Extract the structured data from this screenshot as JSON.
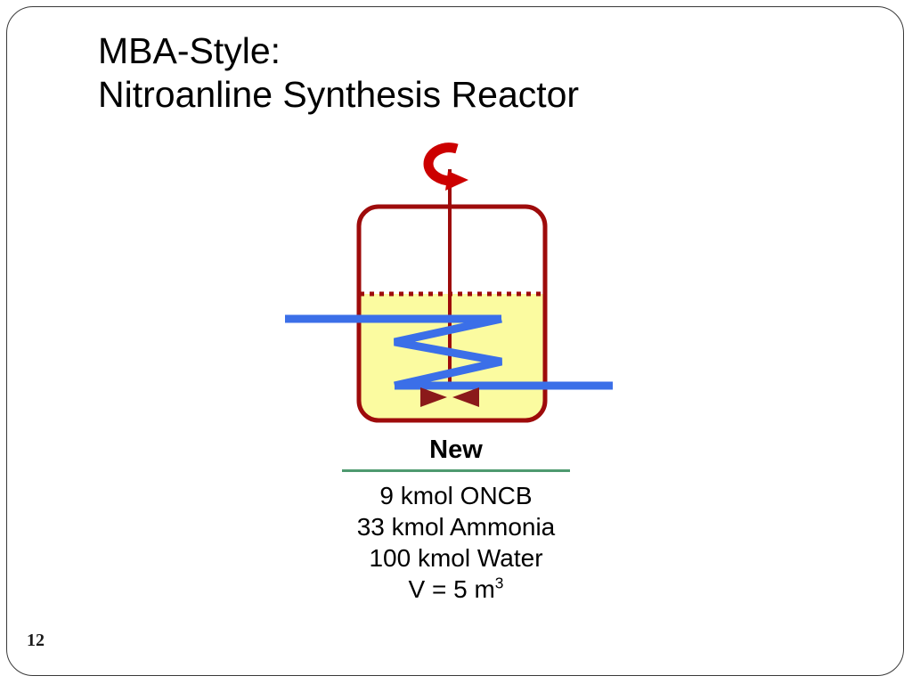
{
  "slide": {
    "page_number": "12",
    "background_color": "#ffffff",
    "frame_color": "#3a3a3a"
  },
  "title": {
    "line1": "MBA-Style:",
    "line2": "Nitroanline Synthesis Reactor",
    "color": "#000000"
  },
  "diagram": {
    "name": "stirred-tank-reactor",
    "vessel_color": "#9e0b0b",
    "liquid_color": "#fbfba0",
    "liquid_level_style": "dotted",
    "coil_color": "#3b6fe8",
    "rotation_arrow_color": "#cc0000",
    "impeller_color": "#8b1a1a",
    "labels": {
      "vessel": "reactor-vessel",
      "liquid": "liquid-contents",
      "liquid_level": "liquid-level-line",
      "shaft": "agitator-shaft",
      "impeller": "impeller-blade",
      "rotation": "rotation-arrow",
      "coil": "cooling-coil",
      "coil_inlet": "coolant-inlet-pipe",
      "coil_outlet": "coolant-outlet-pipe"
    }
  },
  "caption": {
    "heading": "New",
    "rule_color": "#4e9a6f",
    "lines": [
      {
        "text": "9 kmol ONCB",
        "value": 9,
        "unit": "kmol",
        "species": "ONCB"
      },
      {
        "text": "33 kmol Ammonia",
        "value": 33,
        "unit": "kmol",
        "species": "Ammonia"
      },
      {
        "text": "100 kmol Water",
        "value": 100,
        "unit": "kmol",
        "species": "Water"
      }
    ],
    "volume_prefix": "V = 5 m",
    "volume_exponent": "3"
  }
}
